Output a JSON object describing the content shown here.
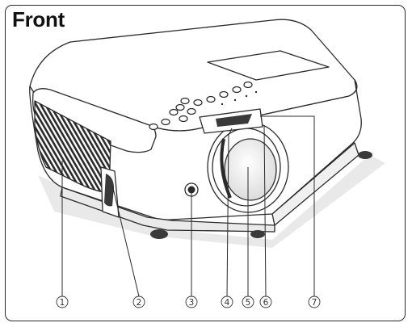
{
  "title": "Front",
  "callouts": [
    {
      "id": 1,
      "label": "①"
    },
    {
      "id": 2,
      "label": "②"
    },
    {
      "id": 3,
      "label": "③"
    },
    {
      "id": 4,
      "label": "④"
    },
    {
      "id": 5,
      "label": "⑤"
    },
    {
      "id": 6,
      "label": "⑥"
    },
    {
      "id": 7,
      "label": "⑦"
    }
  ],
  "colors": {
    "outline": "#2a2a2a",
    "body_fill": "#ffffff",
    "shadow_fill": "#e6e6e6",
    "dark_fill": "#3a3a3a"
  }
}
